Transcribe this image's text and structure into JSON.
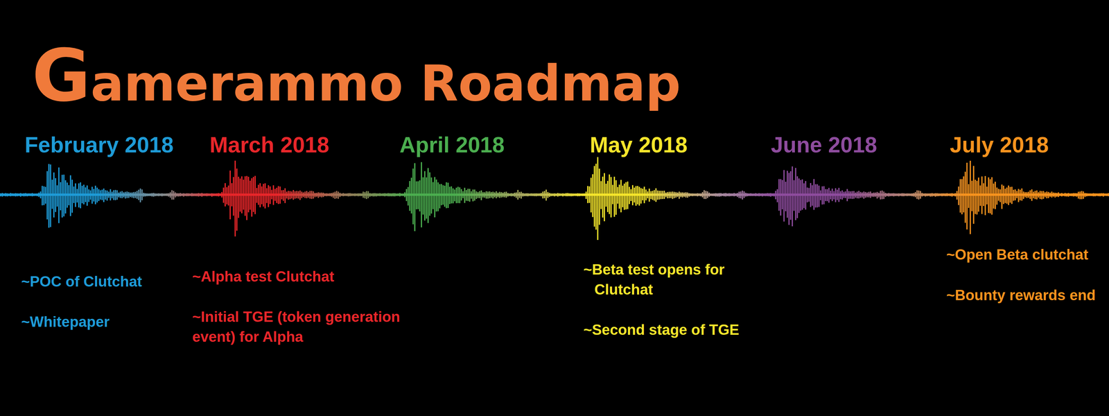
{
  "diagram": {
    "title": "Gamerammo Roadmap",
    "labels": [
      "February 2018",
      "~POC of Clutchat",
      "~Whitepaper",
      "March 2018",
      "~Alpha test Clutchat",
      "~Initial TGE (token generation event) for Alpha",
      "April 2018",
      "May 2018",
      "~Beta test opens for Clutchat",
      "~Second stage of TGE",
      "June 2018",
      "July 2018",
      "~Open Beta clutchat",
      "~Bounty rewards end"
    ]
  }
}
